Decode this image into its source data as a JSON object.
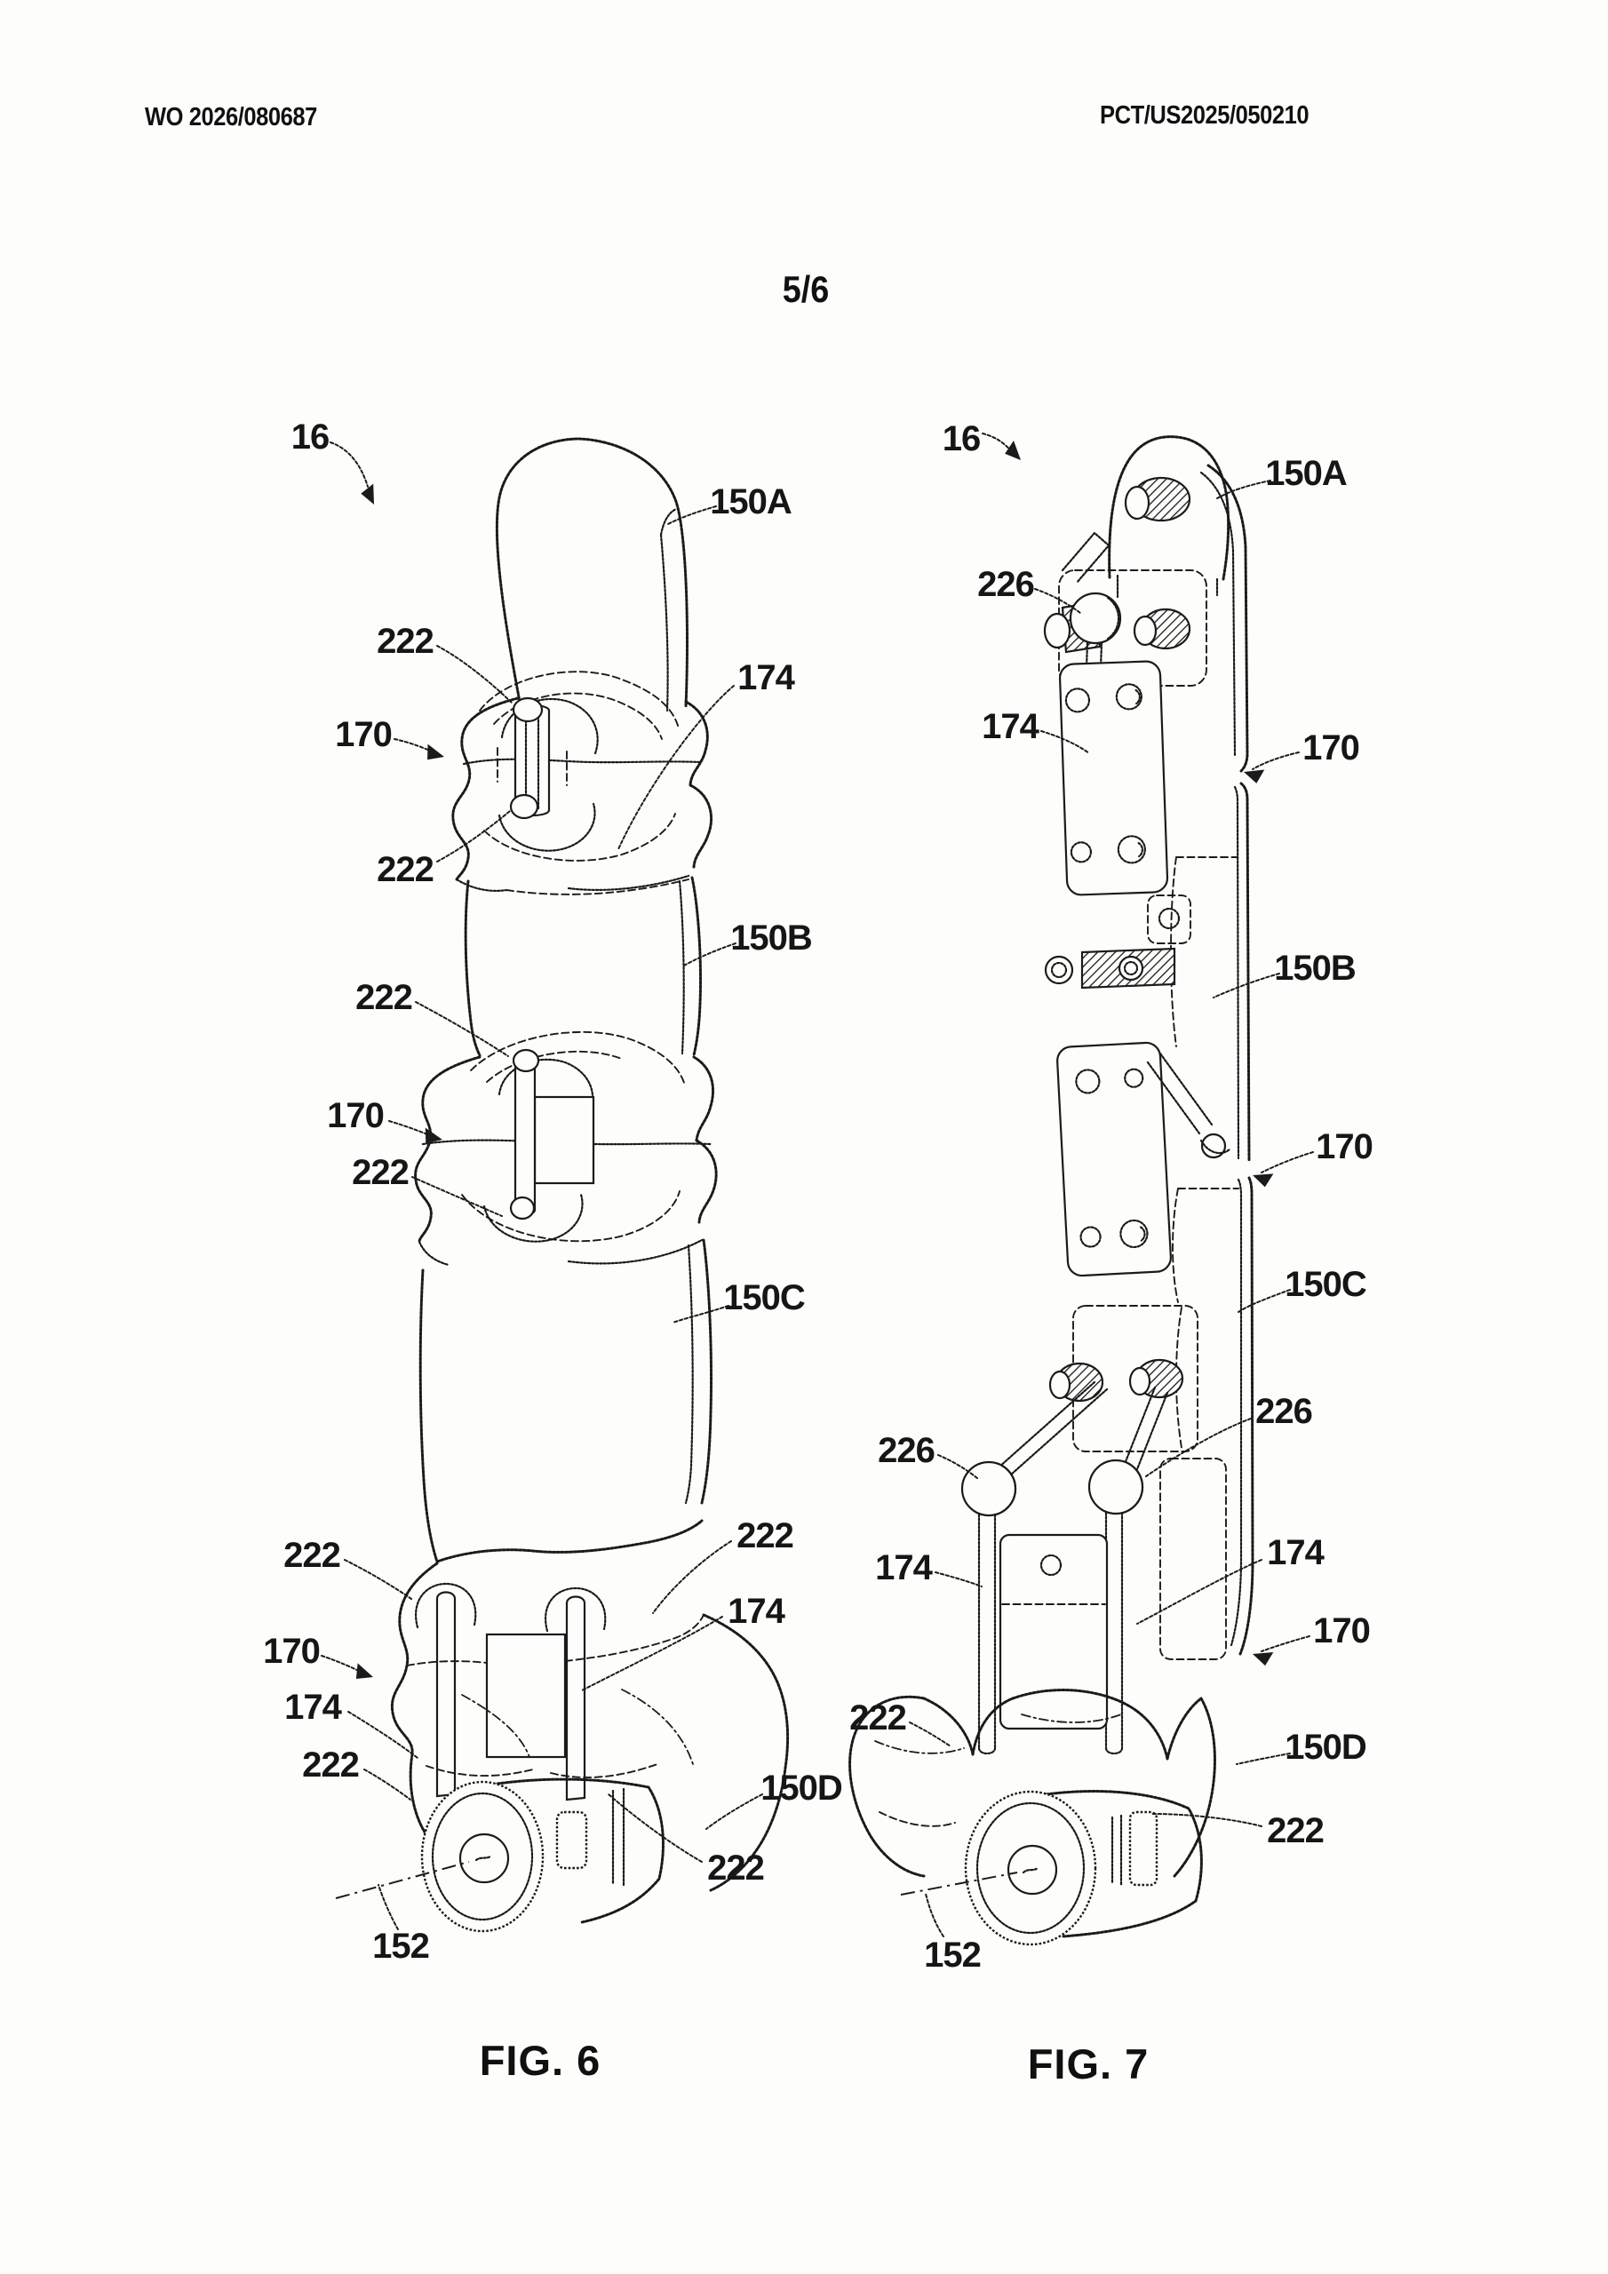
{
  "header": {
    "left_id": "WO 2026/080687",
    "right_id": "PCT/US2025/050210"
  },
  "page_number": "5/6",
  "figure6": {
    "caption": "FIG. 6",
    "labels": [
      "16",
      "150A",
      "222",
      "174",
      "170",
      "222",
      "150B",
      "222",
      "170",
      "222",
      "150C",
      "222",
      "222",
      "174",
      "170",
      "174",
      "222",
      "150D",
      "222",
      "152"
    ]
  },
  "figure7": {
    "caption": "FIG. 7",
    "labels": [
      "16",
      "150A",
      "226",
      "174",
      "170",
      "150B",
      "170",
      "150C",
      "226",
      "226",
      "174",
      "174",
      "170",
      "222",
      "150D",
      "222",
      "152"
    ]
  }
}
